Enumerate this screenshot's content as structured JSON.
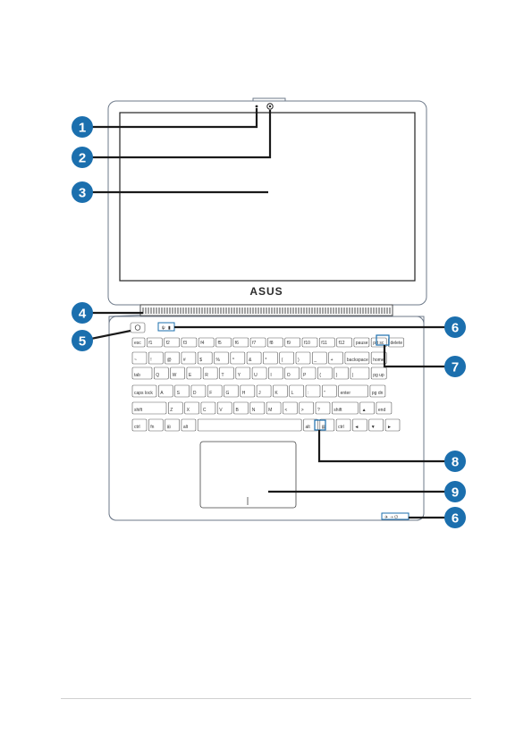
{
  "brand": "ASUS",
  "colors": {
    "callout": "#1b6fae",
    "outline": "#6e7a8a",
    "line": "#1a1a1a"
  },
  "callouts": [
    "1",
    "2",
    "3",
    "4",
    "5",
    "6",
    "6",
    "7",
    "8",
    "9"
  ],
  "keys": {
    "row1": [
      "esc",
      "f1",
      "f2",
      "f3",
      "f4",
      "f5",
      "f6",
      "f7",
      "f8",
      "f9",
      "f10",
      "f11",
      "f12",
      "pause",
      "prt sc",
      "delete"
    ],
    "row2": [
      "~",
      "!",
      "@",
      "#",
      "$",
      "%",
      "^",
      "&",
      "*",
      "(",
      ")",
      "_",
      "+",
      "backspace",
      "home"
    ],
    "row3": [
      "tab",
      "Q",
      "W",
      "E",
      "R",
      "T",
      "Y",
      "U",
      "I",
      "O",
      "P",
      "{",
      "}",
      "|",
      "pg up"
    ],
    "row4": [
      "caps lock",
      "A",
      "S",
      "D",
      "F",
      "G",
      "H",
      "J",
      "K",
      "L",
      ":",
      "\"",
      "enter",
      "pg dn"
    ],
    "row5": [
      "shift",
      "Z",
      "X",
      "C",
      "V",
      "B",
      "N",
      "M",
      "<",
      ">",
      "?",
      "shift",
      "▲",
      "end"
    ],
    "row6": [
      "ctrl",
      "fn",
      "⊞",
      "alt",
      "",
      "alt",
      "▤",
      "ctrl",
      "◄",
      "▼",
      "►"
    ]
  },
  "icons": [
    "microphone-icon",
    "camera-icon",
    "power-icon",
    "wifi-indicator-icon",
    "battery-indicator-icon",
    "airplane-mode-icon"
  ]
}
